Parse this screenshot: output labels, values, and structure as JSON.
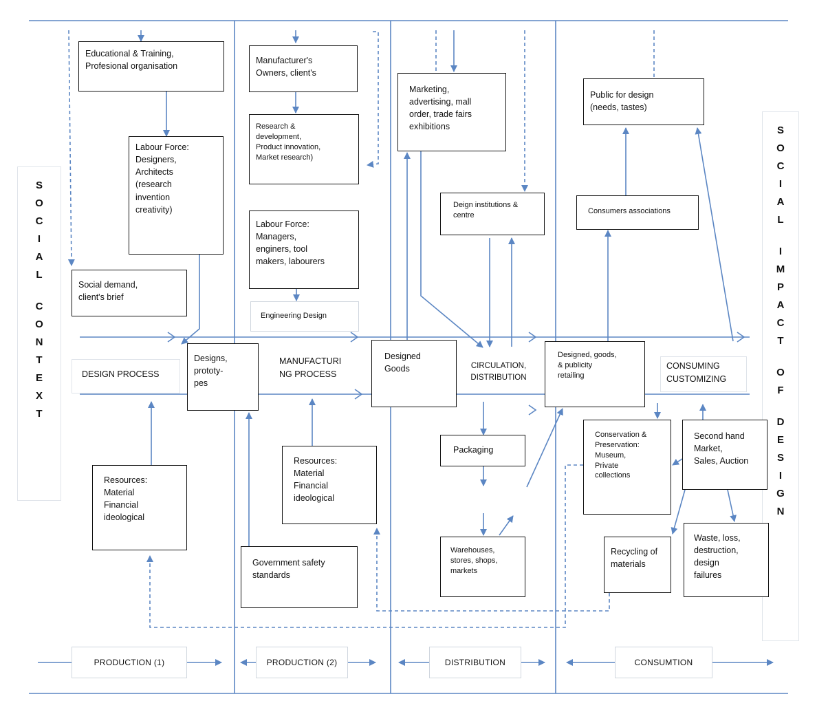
{
  "boxes": {
    "education": "Educational & Training,\nProfesional organisation",
    "labour_designers": "Labour Force:\nDesigners,\nArchitects\n(research\ninvention\ncreativity)",
    "social_demand": "Social demand,\nclient's brief",
    "designs_prototypes": "Designs,\nprototy-\npes",
    "resources_1": "Resources:\nMaterial\nFinancial\nideological",
    "manufacturers": "Manufacturer's\nOwners, client's",
    "research": "Research &\ndevelopment,\nProduct innovation,\nMarket research)",
    "labour_managers": "Labour Force:\nManagers,\nenginers, tool\nmakers, labourers",
    "engineering_design": "Engineering Design",
    "resources_2": "Resources:\nMaterial\nFinancial\nideological",
    "government": "Government safety\nstandards",
    "marketing": "Marketing,\nadvertising, mall\norder, trade fairs\nexhibitions",
    "design_institutions": "Deign institutions &\ncentre",
    "designed_goods": "Designed\nGoods",
    "packaging": "Packaging",
    "warehouses": "Warehouses,\nstores, shops,\nmarkets",
    "public_for_design": "Public for design\n(needs, tastes)",
    "consumers_associations": "Consumers associations",
    "retailing": "Designed, goods,\n& publicity\nretailing",
    "conservation": "Conservation &\nPreservation:\nMuseum,\nPrivate\ncollections",
    "second_hand": "Second hand\nMarket,\nSales, Auction",
    "recycling": "Recycling of\nmaterials",
    "waste": "Waste, loss,\ndestruction,\ndesign\nfailures"
  },
  "stages": {
    "design_process": "DESIGN PROCESS",
    "manufacturing_process": "MANUFACTURI\nNG PROCESS",
    "circulation": "CIRCULATION,\nDISTRIBUTION",
    "consuming": "CONSUMING\nCUSTOMIZING"
  },
  "phases": {
    "production_1": "PRODUCTION (1)",
    "production_2": "PRODUCTION (2)",
    "distribution": "DISTRIBUTION",
    "consumption": "CONSUMTION"
  },
  "side_labels": {
    "social_context": [
      "S",
      "O",
      "C",
      "I",
      "A",
      "L",
      "",
      "C",
      "O",
      "N",
      "T",
      "E",
      "X",
      "T"
    ],
    "social_impact": [
      "S",
      "O",
      "C",
      "I",
      "A",
      "L",
      "",
      "I",
      "M",
      "P",
      "A",
      "C",
      "T",
      "",
      "O",
      "F",
      "",
      "D",
      "E",
      "S",
      "I",
      "G",
      "N"
    ]
  },
  "colors": {
    "arrow": "#5b86c3",
    "box_border": "#111111"
  }
}
